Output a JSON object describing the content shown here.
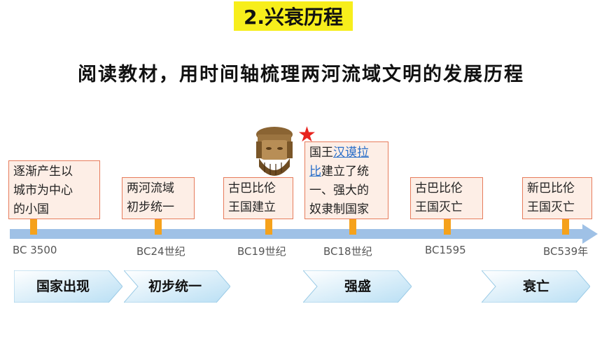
{
  "title": "2.兴衰历程",
  "subtitle": "阅读教材，用时间轴梳理两河流域文明的发展历程",
  "events": [
    {
      "lines": [
        "逐渐产生以",
        "城市为中心",
        "的小国"
      ]
    },
    {
      "lines": [
        "两河流域",
        "初步统一"
      ]
    },
    {
      "lines": [
        "古巴比伦",
        "王国建立"
      ]
    },
    {
      "prefix": "国王",
      "link": "汉谟拉",
      "line2_link": "比",
      "line2_rest": "建立了统",
      "line3": "一、强大的",
      "line4": "奴隶制国家"
    },
    {
      "lines": [
        "古巴比伦",
        "王国灭亡"
      ]
    },
    {
      "lines": [
        "新巴比伦",
        "王国灭亡"
      ]
    }
  ],
  "timeline_labels": [
    "BC 3500",
    "BC24世纪",
    "BC19世纪",
    "BC18世纪",
    "BC1595",
    "BC539年"
  ],
  "stages": [
    "国家出现",
    "初步统一",
    "强盛",
    "衰亡"
  ],
  "colors": {
    "title_bg": "#f7ee1c",
    "box_border": "#e77c5c",
    "box_bg": "#fdeee6",
    "axis": "#9fc1e6",
    "tick": "#f5a21c",
    "star": "#e8231e"
  },
  "icons": [
    "hammurabi-head-image",
    "red-star-icon"
  ]
}
